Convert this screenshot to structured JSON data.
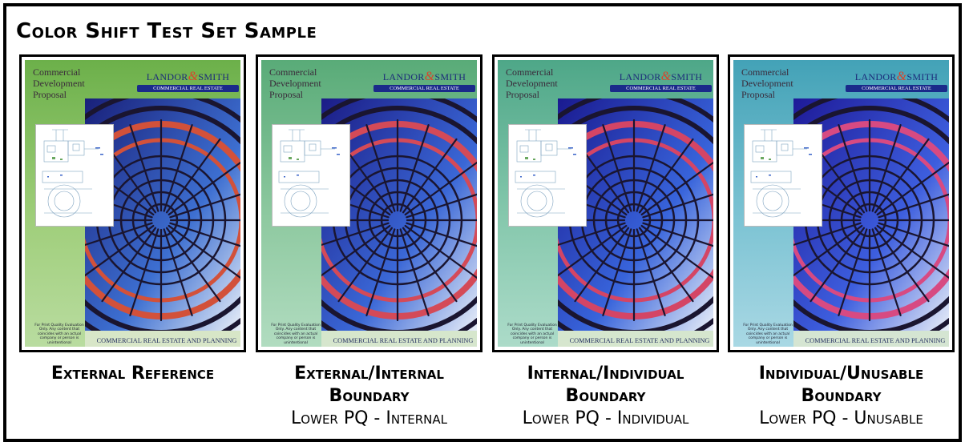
{
  "page": {
    "title": "Color Shift Test Set Sample"
  },
  "cover": {
    "title": "Commercial\nDevelopment\nProposal",
    "logo_main_left": "LANDOR",
    "logo_amp": "&",
    "logo_main_right": "SMITH",
    "logo_sub": "COMMERCIAL REAL ESTATE",
    "footer": "COMMERCIAL REAL ESTATE AND PLANNING",
    "disclaimer": "For Print Quality Evaluation Only. Any content that coincides with an actual company or person is unintentional"
  },
  "panels": [
    {
      "caption_line1": "External Reference",
      "caption_line2": "",
      "caption_sub": "",
      "colors": {
        "top": "#6cb04a",
        "mid": "#9fce7a",
        "bottom": "#b9dca0",
        "sky": "#3d6fd1",
        "sky_dark": "#19207a",
        "arc": "#d2513a"
      }
    },
    {
      "caption_line1": "External/Internal",
      "caption_line2": "Boundary",
      "caption_sub": "Lower PQ - Internal",
      "colors": {
        "top": "#59ab78",
        "mid": "#8ec9a0",
        "bottom": "#b1dcc0",
        "sky": "#3a67d6",
        "sky_dark": "#1b1c86",
        "arc": "#d44a58"
      }
    },
    {
      "caption_line1": "Internal/Individual",
      "caption_line2": "Boundary",
      "caption_sub": "Lower PQ - Individual",
      "colors": {
        "top": "#4ea788",
        "mid": "#86c8ad",
        "bottom": "#acdbc9",
        "sky": "#3864db",
        "sky_dark": "#1a1a90",
        "arc": "#d44565"
      }
    },
    {
      "caption_line1": "Individual/Unusable",
      "caption_line2": "Boundary",
      "caption_sub": "Lower PQ - Unusable",
      "colors": {
        "top": "#43a2b7",
        "mid": "#7cc3d3",
        "bottom": "#a9d8e4",
        "sky": "#3d5ede",
        "sky_dark": "#1e1a98",
        "arc": "#d74a82"
      }
    }
  ]
}
